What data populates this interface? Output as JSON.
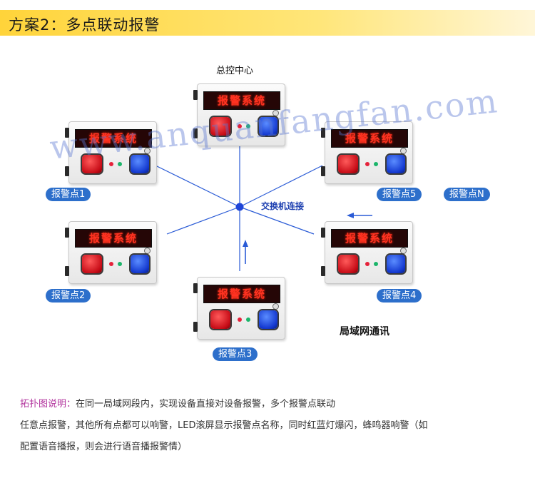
{
  "banner": {
    "title": "方案2：多点联动报警"
  },
  "diagram": {
    "center_label": "总控中心",
    "switch_label": "交换机连接",
    "network_label": "局域网通讯",
    "screen_text": "报警系统",
    "points": [
      "报警点1",
      "报警点2",
      "报警点3",
      "报警点4",
      "报警点5",
      "报警点N"
    ],
    "watermark": "www.anquanfangfan.com",
    "colors": {
      "line": "#2a5bd6",
      "pill": "#2d6fcb",
      "banner": "#ffd43a",
      "caption_accent": "#b2339d"
    }
  },
  "caption": {
    "heading": "拓扑图说明：",
    "line1": "在同一局域网段内，实现设备直接对设备报警，多个报警点联动",
    "line2": "任意点报警，其他所有点都可以响警，LED滚屏显示报警点名称，同时红蓝灯爆闪，蜂鸣器响警（如",
    "line3": "配置语音播报，则会进行语音播报警情）"
  }
}
